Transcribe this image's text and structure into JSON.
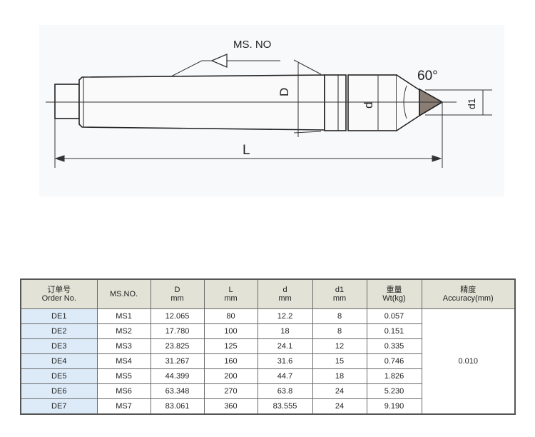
{
  "drawing": {
    "ms_label": "MS. NO",
    "angle_label": "60°",
    "D_label": "D",
    "d_label": "d",
    "d1_label": "d1",
    "L_label": "L"
  },
  "table": {
    "headers": [
      {
        "cn": "订单号",
        "en": "Order No."
      },
      {
        "cn": "",
        "en": "MS.NO."
      },
      {
        "cn": "D",
        "en": "mm"
      },
      {
        "cn": "L",
        "en": "mm"
      },
      {
        "cn": "d",
        "en": "mm"
      },
      {
        "cn": "d1",
        "en": "mm"
      },
      {
        "cn": "重量",
        "en": "Wt(kg)"
      },
      {
        "cn": "精度",
        "en": "Accuracy(mm)"
      }
    ],
    "rows": [
      [
        "DE1",
        "MS1",
        "12.065",
        "80",
        "12.2",
        "8",
        "0.057"
      ],
      [
        "DE2",
        "MS2",
        "17.780",
        "100",
        "18",
        "8",
        "0.151"
      ],
      [
        "DE3",
        "MS3",
        "23.825",
        "125",
        "24.1",
        "12",
        "0.335"
      ],
      [
        "DE4",
        "MS4",
        "31.267",
        "160",
        "31.6",
        "15",
        "0.746"
      ],
      [
        "DE5",
        "MS5",
        "44.399",
        "200",
        "44.7",
        "18",
        "1.826"
      ],
      [
        "DE6",
        "MS6",
        "63.348",
        "270",
        "63.8",
        "24",
        "5.230"
      ],
      [
        "DE7",
        "MS7",
        "83.061",
        "360",
        "83.555",
        "24",
        "9.190"
      ]
    ],
    "accuracy": "0.010"
  }
}
